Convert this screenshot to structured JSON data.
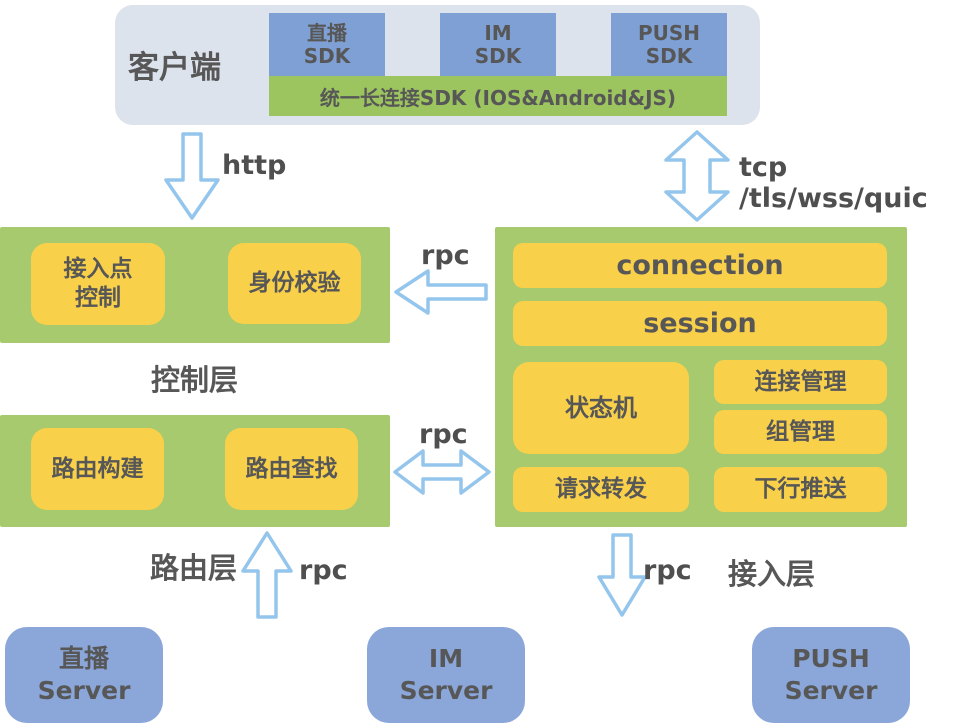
{
  "colors": {
    "panel_green": "#a6ca6d",
    "bar_green": "#9cc45f",
    "module_yellow": "#f8d04a",
    "sdk_blue": "#7fa0d4",
    "server_blue": "#8ba7da",
    "client_bg": "#dde3ec",
    "text_dark": "#575757",
    "arrow_stroke": "#94c5ec"
  },
  "client": {
    "label": "客户端",
    "sdks": [
      "直播\nSDK",
      "IM\nSDK",
      "PUSH\nSDK"
    ],
    "unified_sdk": "统一长连接SDK (IOS&Android&JS)"
  },
  "arrows": {
    "http": "http",
    "tcp": "tcp /tls/wss/quic",
    "rpc": "rpc"
  },
  "layers": {
    "control": {
      "label": "控制层",
      "modules": [
        "接入点\n控制",
        "身份校验"
      ]
    },
    "routing": {
      "label": "路由层",
      "modules": [
        "路由构建",
        "路由查找"
      ]
    },
    "access": {
      "label": "接入层",
      "modules": {
        "connection": "connection",
        "session": "session",
        "state_machine": "状态机",
        "conn_mgmt": "连接管理",
        "group_mgmt": "组管理",
        "request_forward": "请求转发",
        "downstream_push": "下行推送"
      }
    }
  },
  "servers": [
    "直播\nServer",
    "IM\nServer",
    "PUSH\nServer"
  ]
}
